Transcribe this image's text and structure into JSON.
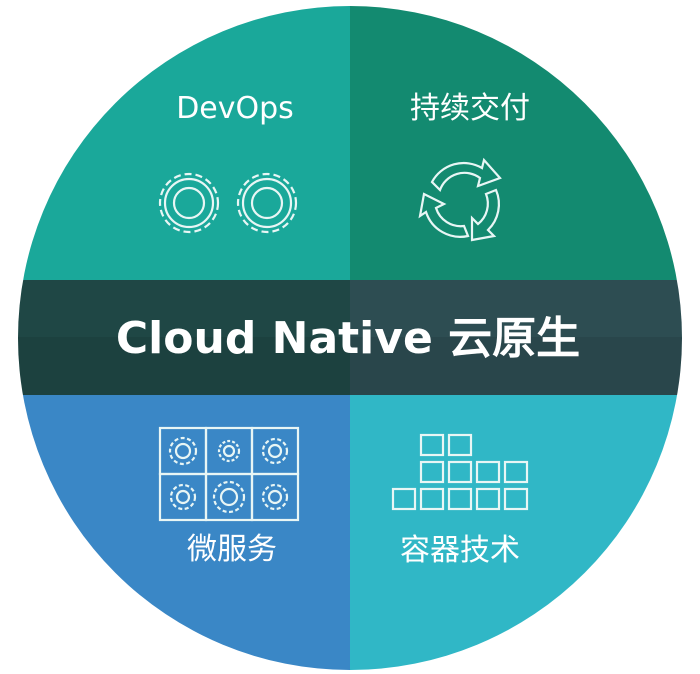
{
  "diagram": {
    "center_label": "Cloud Native 云原生",
    "quadrants": [
      {
        "id": "top-left",
        "label": "DevOps",
        "color": "#1aa89a",
        "icon": "gears-icon"
      },
      {
        "id": "top-right",
        "label": "持续交付",
        "color": "#138a70",
        "icon": "cycle-arrows-icon"
      },
      {
        "id": "bottom-left",
        "label": "微服务",
        "color": "#3a87c6",
        "icon": "microservices-grid-icon"
      },
      {
        "id": "bottom-right",
        "label": "容器技术",
        "color": "#30b7c6",
        "icon": "container-stack-icon"
      }
    ],
    "band_color_left": "#1f4745",
    "band_color_right": "#2d4d52"
  }
}
